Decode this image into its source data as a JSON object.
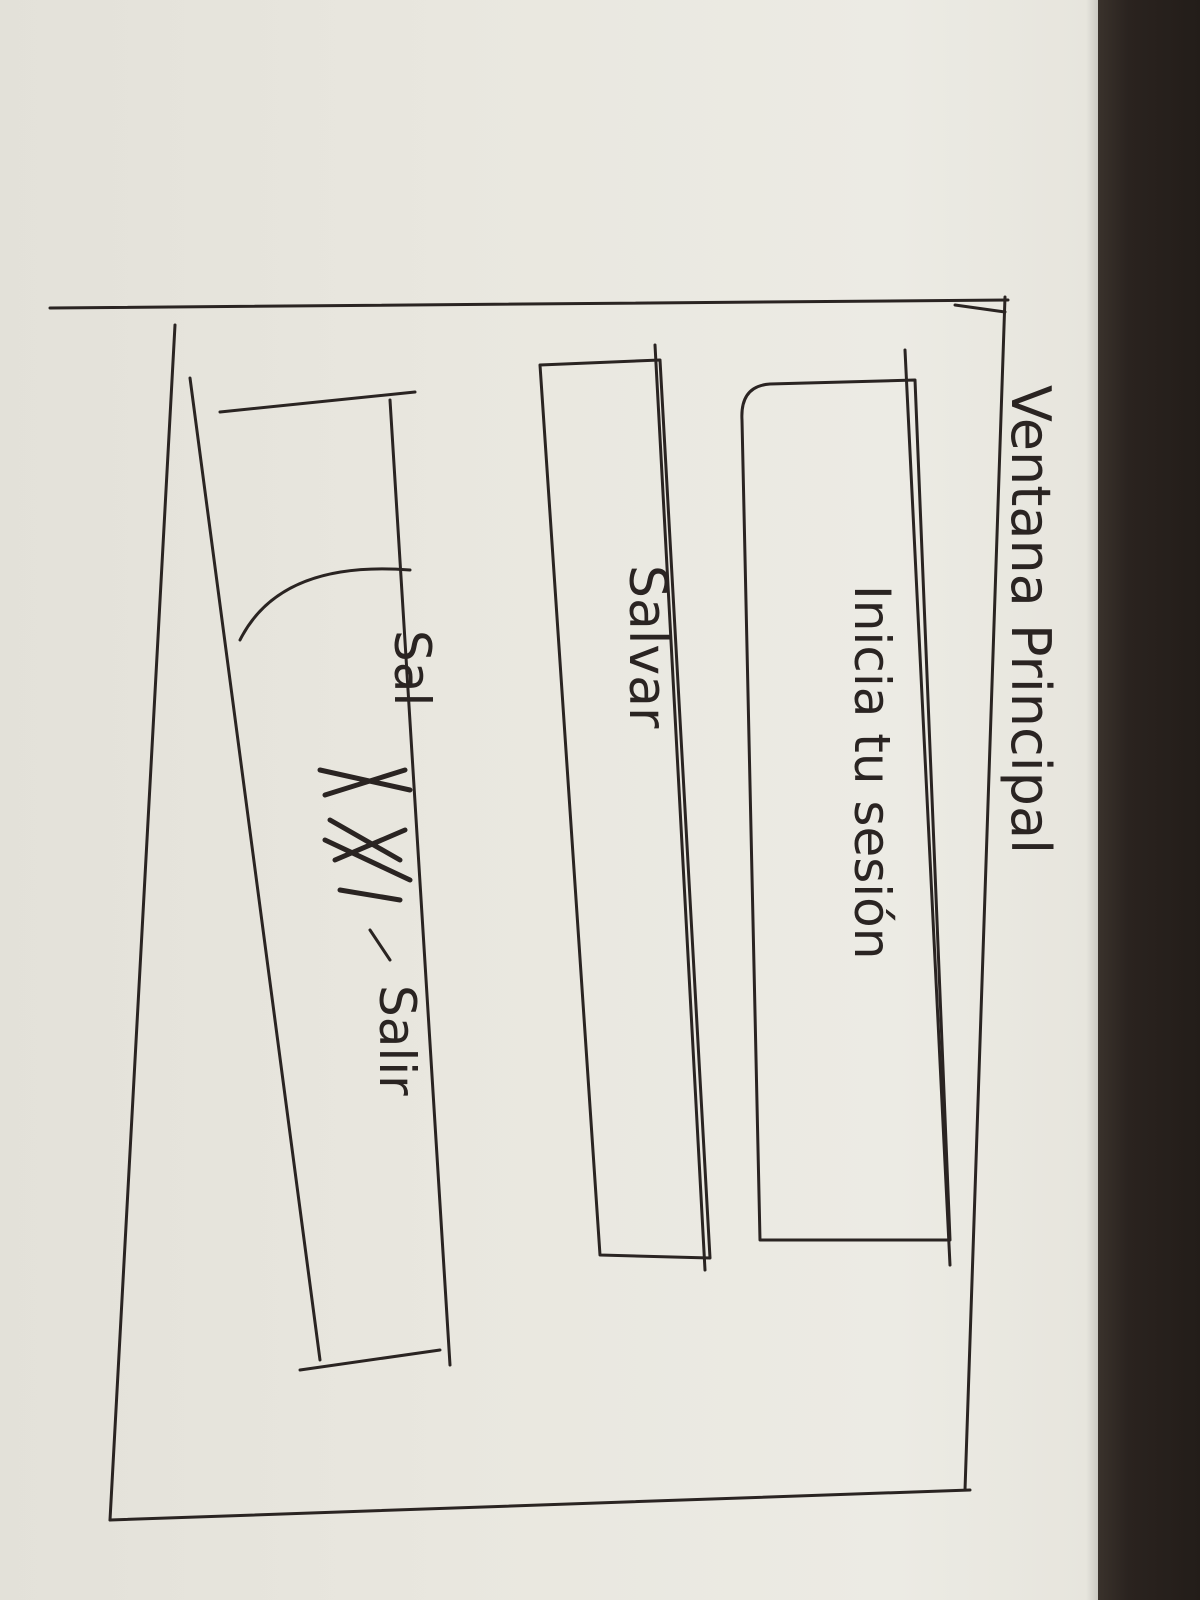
{
  "window": {
    "title": "Ventana Principal"
  },
  "buttons": {
    "login": "Inicia tu sesión",
    "save": "Salvar",
    "exit_struck": "Sal",
    "exit": "Salir"
  },
  "colors": {
    "ink": "#2a2422",
    "paper": "#e9e7df",
    "desk": "#2a231f"
  }
}
